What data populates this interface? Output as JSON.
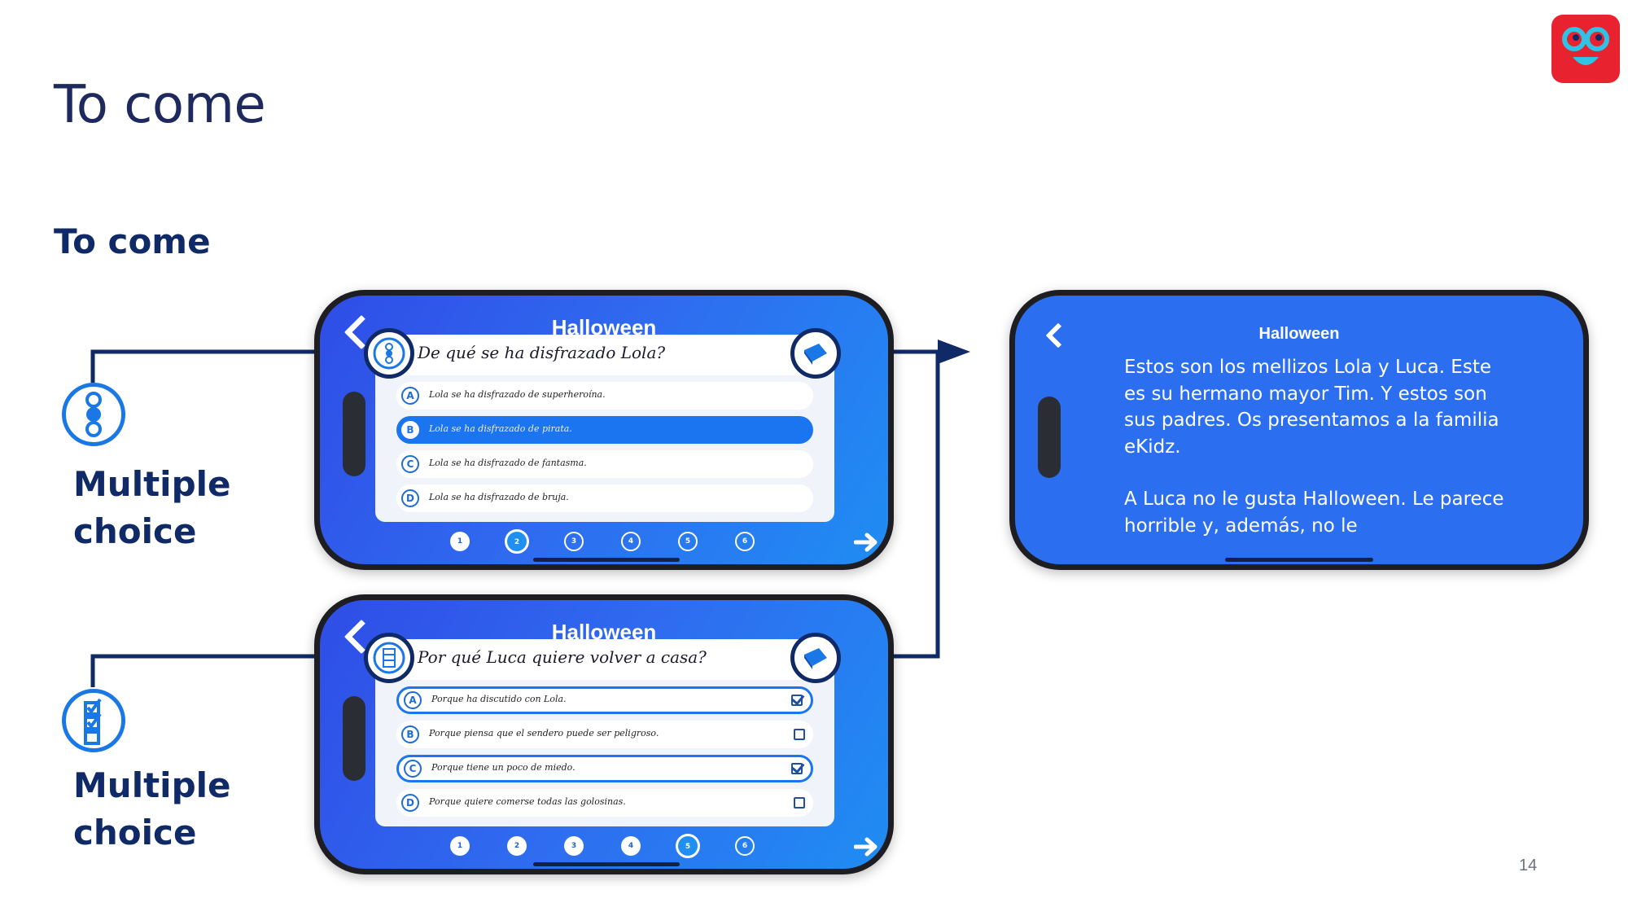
{
  "slide": {
    "title": "To come",
    "subtitle": "To come",
    "page_number": "14"
  },
  "logo": {
    "name": "ekidz-logo",
    "color": "#e8232f"
  },
  "sections": [
    {
      "label_line1": "Multiple",
      "label_line2": "choice",
      "icon": "single-choice-icon"
    },
    {
      "label_line1": "Multiple",
      "label_line2": "choice",
      "icon": "checklist-icon"
    }
  ],
  "phone_top": {
    "app_title": "Halloween",
    "question": "De qué se ha disfrazado Lola?",
    "answers": [
      {
        "letter": "A",
        "text": "Lola se ha disfrazado de superheroína."
      },
      {
        "letter": "B",
        "text": "Lola se ha disfrazado de pirata.",
        "selected": true
      },
      {
        "letter": "C",
        "text": "Lola se ha disfrazado de fantasma."
      },
      {
        "letter": "D",
        "text": "Lola se ha disfrazado de bruja."
      }
    ],
    "pages": [
      "1",
      "2",
      "3",
      "4",
      "5",
      "6"
    ],
    "active_page": "2"
  },
  "phone_bottom": {
    "app_title": "Halloween",
    "question": "Por qué Luca quiere volver a casa?",
    "answers": [
      {
        "letter": "A",
        "text": "Porque ha discutido con Lola.",
        "checked": true
      },
      {
        "letter": "B",
        "text": "Porque piensa que el sendero puede ser peligroso.",
        "checked": false
      },
      {
        "letter": "C",
        "text": "Porque tiene un poco de miedo.",
        "checked": true
      },
      {
        "letter": "D",
        "text": "Porque quiere comerse todas las golosinas.",
        "checked": false
      }
    ],
    "pages": [
      "1",
      "2",
      "3",
      "4",
      "5",
      "6"
    ],
    "active_page": "5"
  },
  "phone_reading": {
    "app_title": "Halloween",
    "paragraph1": "Estos son los mellizos Lola y Luca. Este es su hermano mayor Tim. Y estos son sus padres. Os presentamos a la familia eKidz.",
    "paragraph2": "A Luca no le gusta Halloween. Le parece horrible y, además, no le"
  },
  "colors": {
    "brand_navy": "#0f2a66",
    "accent_blue": "#1a78e6",
    "screen_blue": "#2b6ff0",
    "logo_red": "#e8232f"
  }
}
